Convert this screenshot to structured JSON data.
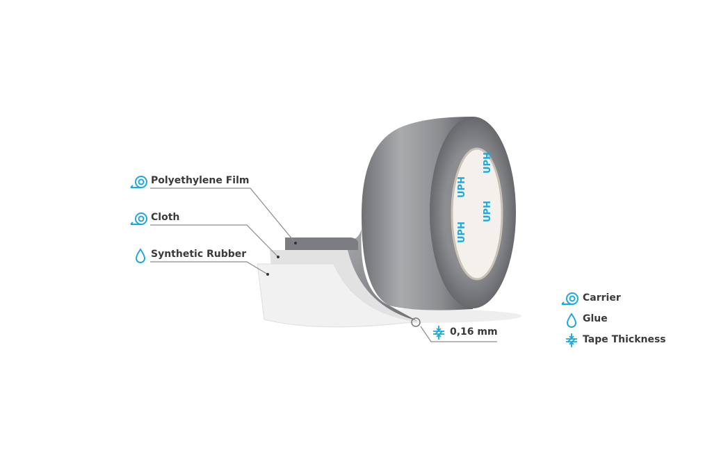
{
  "layers": [
    {
      "label": "Polyethylene Film",
      "icon": "carrier-icon"
    },
    {
      "label": "Cloth",
      "icon": "carrier-icon"
    },
    {
      "label": "Synthetic Rubber",
      "icon": "glue-icon"
    }
  ],
  "thickness": {
    "label": "0,16 mm",
    "icon": "thickness-icon"
  },
  "legend": [
    {
      "label": "Carrier",
      "icon": "carrier-icon"
    },
    {
      "label": "Glue",
      "icon": "glue-icon"
    },
    {
      "label": "Tape Thickness",
      "icon": "thickness-icon"
    }
  ],
  "core_print": "UPH",
  "colors": {
    "accent": "#1aa9d8",
    "text": "#3a3a3a",
    "line": "#8a8a8a"
  }
}
